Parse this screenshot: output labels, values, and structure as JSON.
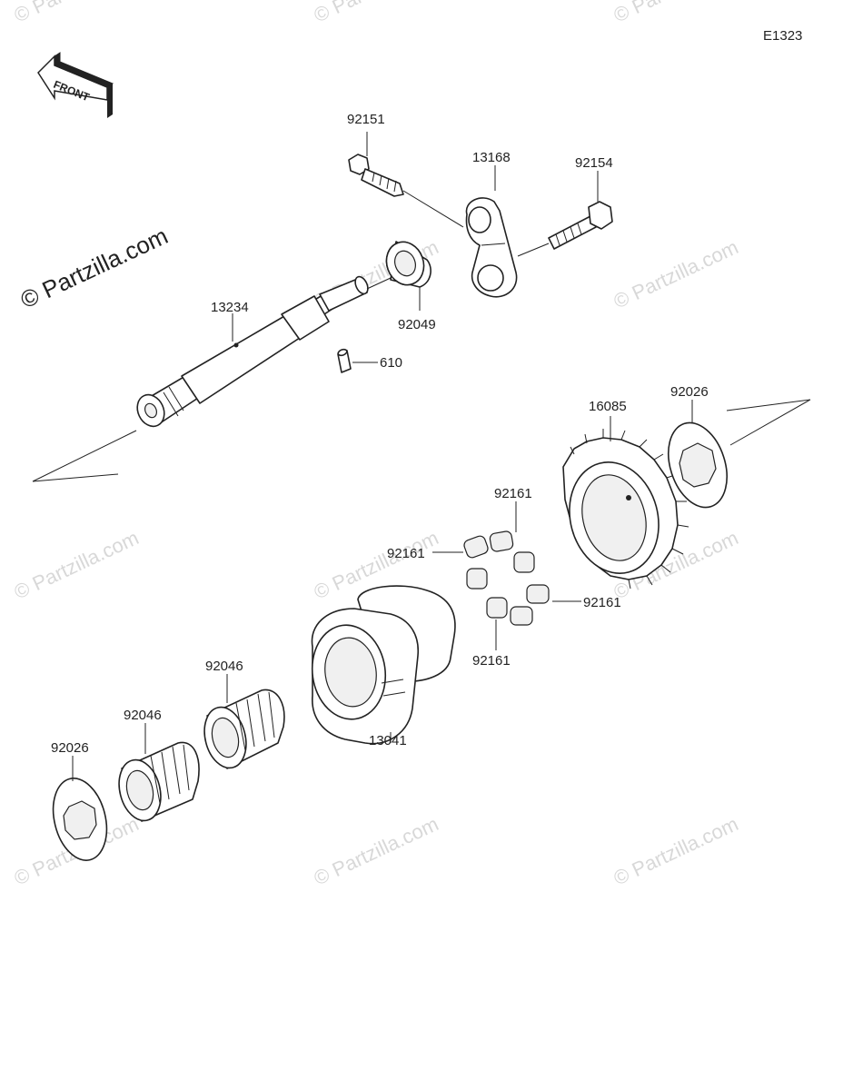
{
  "diagram_code": "E1323",
  "front_arrow_label": "FRONT",
  "watermark_main": "© Partzilla.com",
  "watermark_repeat": "© Partzilla.com",
  "parts": {
    "p92151": "92151",
    "p13168": "13168",
    "p92154": "92154",
    "p92049": "92049",
    "p13234": "13234",
    "p610": "610",
    "p16085": "16085",
    "p92026_top": "92026",
    "p92161_a": "92161",
    "p92161_b": "92161",
    "p92161_c": "92161",
    "p92161_d": "92161",
    "p92046_upper": "92046",
    "p92046_lower": "92046",
    "p13041": "13041",
    "p92026_bottom": "92026"
  }
}
